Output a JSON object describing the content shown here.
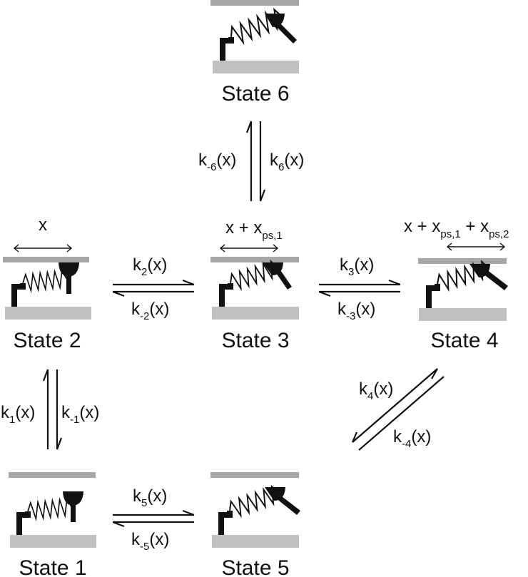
{
  "states": [
    {
      "id": "state1",
      "label": "State 1"
    },
    {
      "id": "state2",
      "label": "State 2"
    },
    {
      "id": "state3",
      "label": "State 3"
    },
    {
      "id": "state4",
      "label": "State 4"
    },
    {
      "id": "state5",
      "label": "State 5"
    },
    {
      "id": "state6",
      "label": "State 6"
    }
  ],
  "displacements": {
    "state2": {
      "base": "x",
      "sub1": "",
      "sub2": ""
    },
    "state3": {
      "base": "x + x",
      "sub1": "ps,1"
    },
    "state4": {
      "base": "x + x",
      "sub1": "ps,1",
      "mid": " + x",
      "sub2": "ps,2"
    }
  },
  "rates": {
    "k1": {
      "k": "k",
      "sub": "1",
      "arg": "(x)"
    },
    "km1": {
      "k": "k",
      "sub": "-1",
      "arg": "(x)"
    },
    "k2": {
      "k": "k",
      "sub": "2",
      "arg": "(x)"
    },
    "km2": {
      "k": "k",
      "sub": "-2",
      "arg": "(x)"
    },
    "k3": {
      "k": "k",
      "sub": "3",
      "arg": "(x)"
    },
    "km3": {
      "k": "k",
      "sub": "-3",
      "arg": "(x)"
    },
    "k4": {
      "k": "k",
      "sub": "4",
      "arg": "(x)"
    },
    "km4": {
      "k": "k",
      "sub": "-4",
      "arg": "(x)"
    },
    "k5": {
      "k": "k",
      "sub": "5",
      "arg": "(x)"
    },
    "km5": {
      "k": "k",
      "sub": "-5",
      "arg": "(x)"
    },
    "k6": {
      "k": "k",
      "sub": "6",
      "arg": "(x)"
    },
    "km6": {
      "k": "k",
      "sub": "-6",
      "arg": "(x)"
    }
  },
  "colors": {
    "filament": "#a6a6a6",
    "substrate": "#c0c0c0",
    "motor": "#111111",
    "arrow": "#111111"
  }
}
